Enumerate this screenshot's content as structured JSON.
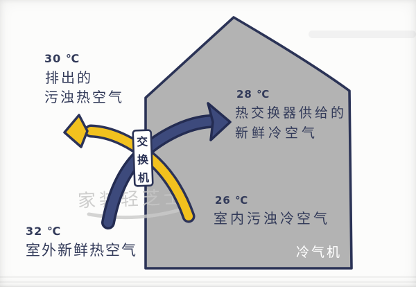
{
  "colors": {
    "background": "#fcfcfb",
    "house_fill": "#b3b3b3",
    "outline_navy": "#2b3356",
    "arrow_blue_fill": "#3d4a7c",
    "arrow_blue_outline": "#242c52",
    "arrow_yellow_fill": "#f2c11e",
    "text_navy": "#323a59",
    "watermark_gray": "#c6c6c6",
    "box_fill": "#ffffff",
    "cooler_label_color": "#ffffff"
  },
  "diagram": {
    "watermark": "家装轻芝士",
    "house_name": "冷气机",
    "exchanger": {
      "label": "交换机",
      "char1": "交",
      "char2": "换",
      "char3": "机"
    },
    "exhaust": {
      "temp": "30 ℃",
      "line1": "排出的",
      "line2": "污浊热空气"
    },
    "supply": {
      "temp": "28 ℃",
      "line1": "热交换器供给的",
      "line2": "新鲜冷空气"
    },
    "indoor": {
      "temp": "26 ℃",
      "line1": "室内污浊冷空气"
    },
    "outdoor": {
      "temp": "32 ℃",
      "line1": "室外新鲜热空气"
    }
  }
}
